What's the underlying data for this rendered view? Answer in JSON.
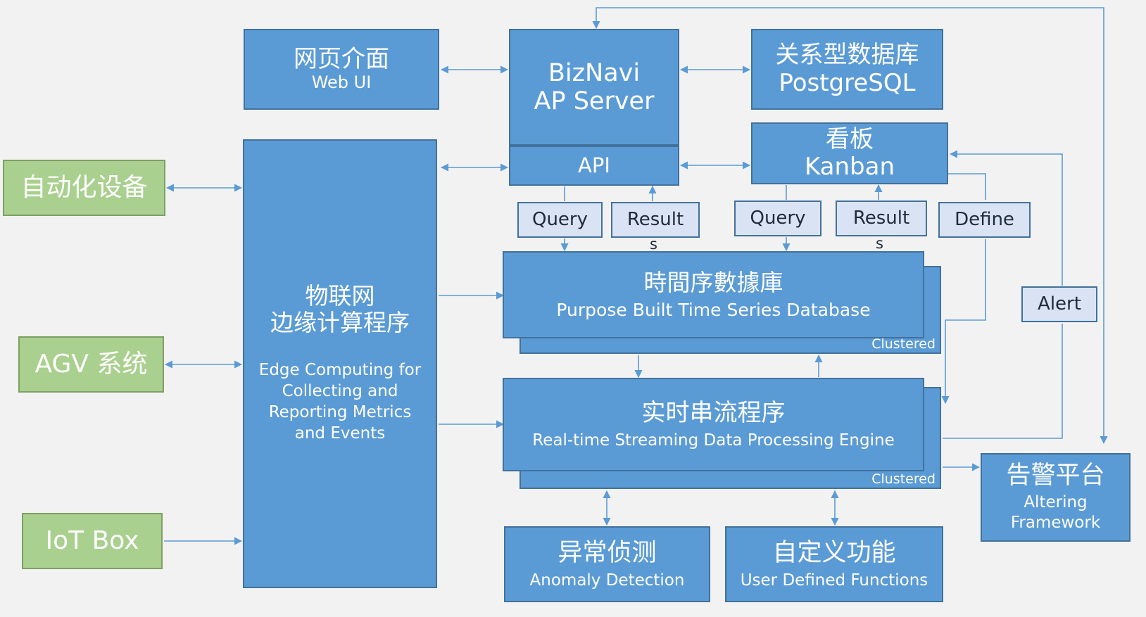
{
  "colors": {
    "box": "#5b9bd5",
    "box_border": "#41719c",
    "device": "#a9d08e",
    "label": "#dae3f3",
    "background": "#f2f2f2"
  },
  "web_ui": {
    "zh": "网页介面",
    "en": "Web UI"
  },
  "ap_server": {
    "line1": "BizNavi",
    "line2": "AP Server",
    "api": "API"
  },
  "postgres": {
    "zh": "关系型数据库",
    "en": "PostgreSQL"
  },
  "kanban": {
    "zh": "看板",
    "en": "Kanban"
  },
  "devices": {
    "automation": "自动化设备",
    "agv": "AGV 系统",
    "iot_box": "IoT Box"
  },
  "edge": {
    "zh_line1": "物联网",
    "zh_line2": "边缘计算程序",
    "en": "Edge Computing for Collecting and Reporting Metrics and Events"
  },
  "labels": {
    "query": "Query",
    "result": "Result",
    "result_s": "s",
    "define": "Define",
    "alert": "Alert"
  },
  "tsdb": {
    "zh": "時間序數據庫",
    "en": "Purpose Built Time Series Database",
    "tag": "Clustered"
  },
  "stream": {
    "zh": "实时串流程序",
    "en": "Real-time Streaming Data Processing Engine",
    "tag": "Clustered"
  },
  "anomaly": {
    "zh": "异常侦测",
    "en": "Anomaly Detection"
  },
  "udf": {
    "zh": "自定义功能",
    "en": "User Defined Functions"
  },
  "alerting": {
    "zh": "告警平台",
    "en": "Altering Framework"
  }
}
